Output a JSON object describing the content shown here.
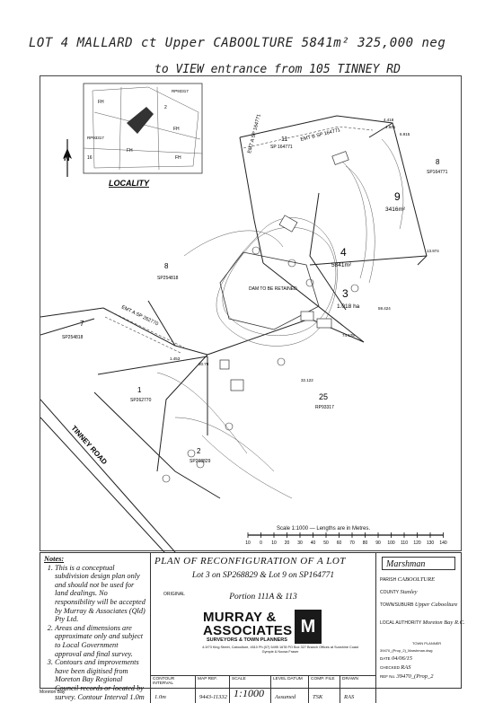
{
  "handwriting": {
    "line1": "LOT 4 MALLARD ct Upper CABOOLTURE 5841m² 325,000 neg",
    "line2": "to VIEW entrance from 105 TINNEY RD"
  },
  "locality": {
    "title": "LOCALITY",
    "north": "N",
    "labels": [
      "RP93317",
      "RP93317",
      "FH",
      "FH",
      "FH",
      "FH",
      "16",
      "2"
    ]
  },
  "plan": {
    "lots": [
      {
        "number": "9",
        "area": "3416m²"
      },
      {
        "number": "4",
        "area": "5841m²"
      },
      {
        "number": "3",
        "area": "1.018 ha"
      },
      {
        "number": "1",
        "plan": "SP262770"
      },
      {
        "number": "2",
        "plan": "SP268829"
      },
      {
        "number": "25",
        "plan": "RP93317"
      },
      {
        "number": "8",
        "plan": "SP254818"
      },
      {
        "number": "7",
        "plan": "SP254818"
      },
      {
        "number": "8",
        "plan": "SP164771"
      },
      {
        "number": "11",
        "plan": "SP 164771"
      }
    ],
    "easements": [
      "EMT A SP 164771",
      "EMT B SP 164771",
      "EMT A SP 262770"
    ],
    "road_name": "TINNEY ROAD",
    "dam_label": "DAM TO BE RETAINED",
    "dimensions": [
      "4.418",
      "4.601",
      "6.915",
      "13.974",
      "32.122",
      "59.424",
      "1.453",
      "30.79",
      "74.125"
    ]
  },
  "scale": {
    "text": "Scale 1:1000 — Lengths are in Metres.",
    "ticks": [
      "10",
      "0",
      "10",
      "20",
      "30",
      "40",
      "50",
      "60",
      "70",
      "80",
      "90",
      "100",
      "110",
      "120",
      "130",
      "140"
    ]
  },
  "notes": {
    "heading": "Notes:",
    "items": [
      "This is a conceptual subdivision design plan only and should not be used for land dealings. No responsibility will be accepted by Murray & Associates (Qld) Pty Ltd.",
      "Areas and dimensions are approximate only and subject to Local Government approval and final survey.",
      "Contours and improvements have been digitised from Moreton Bay Regional Council records or located by survey. Contour Interval 1.0m"
    ]
  },
  "titleblock": {
    "plan_title": "PLAN OF RECONFIGURATION OF A LOT",
    "lots_line": "Lot 3 on SP268829 & Lot 9 on SP164771",
    "portion": "Portion 111A & 113",
    "original_label": "ORIGINAL",
    "company_line1": "MURRAY &",
    "company_line2": "ASSOCIATES",
    "company_sub": "SURVEYORS & TOWN PLANNERS",
    "company_address": "4-9/73 King Street, Caboolture, 4510 Ph (07) 5495 1678 PO Box 327 Branch Offices at Sunshine Coast Gympie & Noosa Fraser",
    "logo_letter": "M",
    "contour_interval_label": "CONTOUR INTERVAL",
    "contour_interval": "1.0m",
    "map_ref_label": "MAP REF.",
    "map_ref": "9443-11332",
    "scale_label": "SCALE",
    "scale_value": "1:1000",
    "level_datum_label": "LEVEL DATUM",
    "level_datum": "Assumed",
    "comp_file_label": "COMP. FILE",
    "comp_file": "TSK",
    "drawn_label": "DRAWN",
    "drawn": "RAS",
    "checked_label": "CHECKED",
    "checked": "RAS",
    "file_name": "39470_(Prop_2)_Marshman.dwg",
    "date_label": "DATE",
    "date": "04/06/15",
    "ref_label": "REF No.",
    "ref": "39470_(Prop_2"
  },
  "right": {
    "file_name": "Marshman",
    "parish_label": "PARISH",
    "parish": "CABOOLTURE",
    "county_label": "COUNTY",
    "county": "Stanley",
    "township_label": "TOWN/SUBURB",
    "township": "Upper Caboolture",
    "local_authority_label": "LOCAL AUTHORITY",
    "local_authority": "Moreton Bay R.C.",
    "town_planner": "TOWN PLANNER"
  },
  "footer": {
    "caption": "Moreton Bay"
  }
}
